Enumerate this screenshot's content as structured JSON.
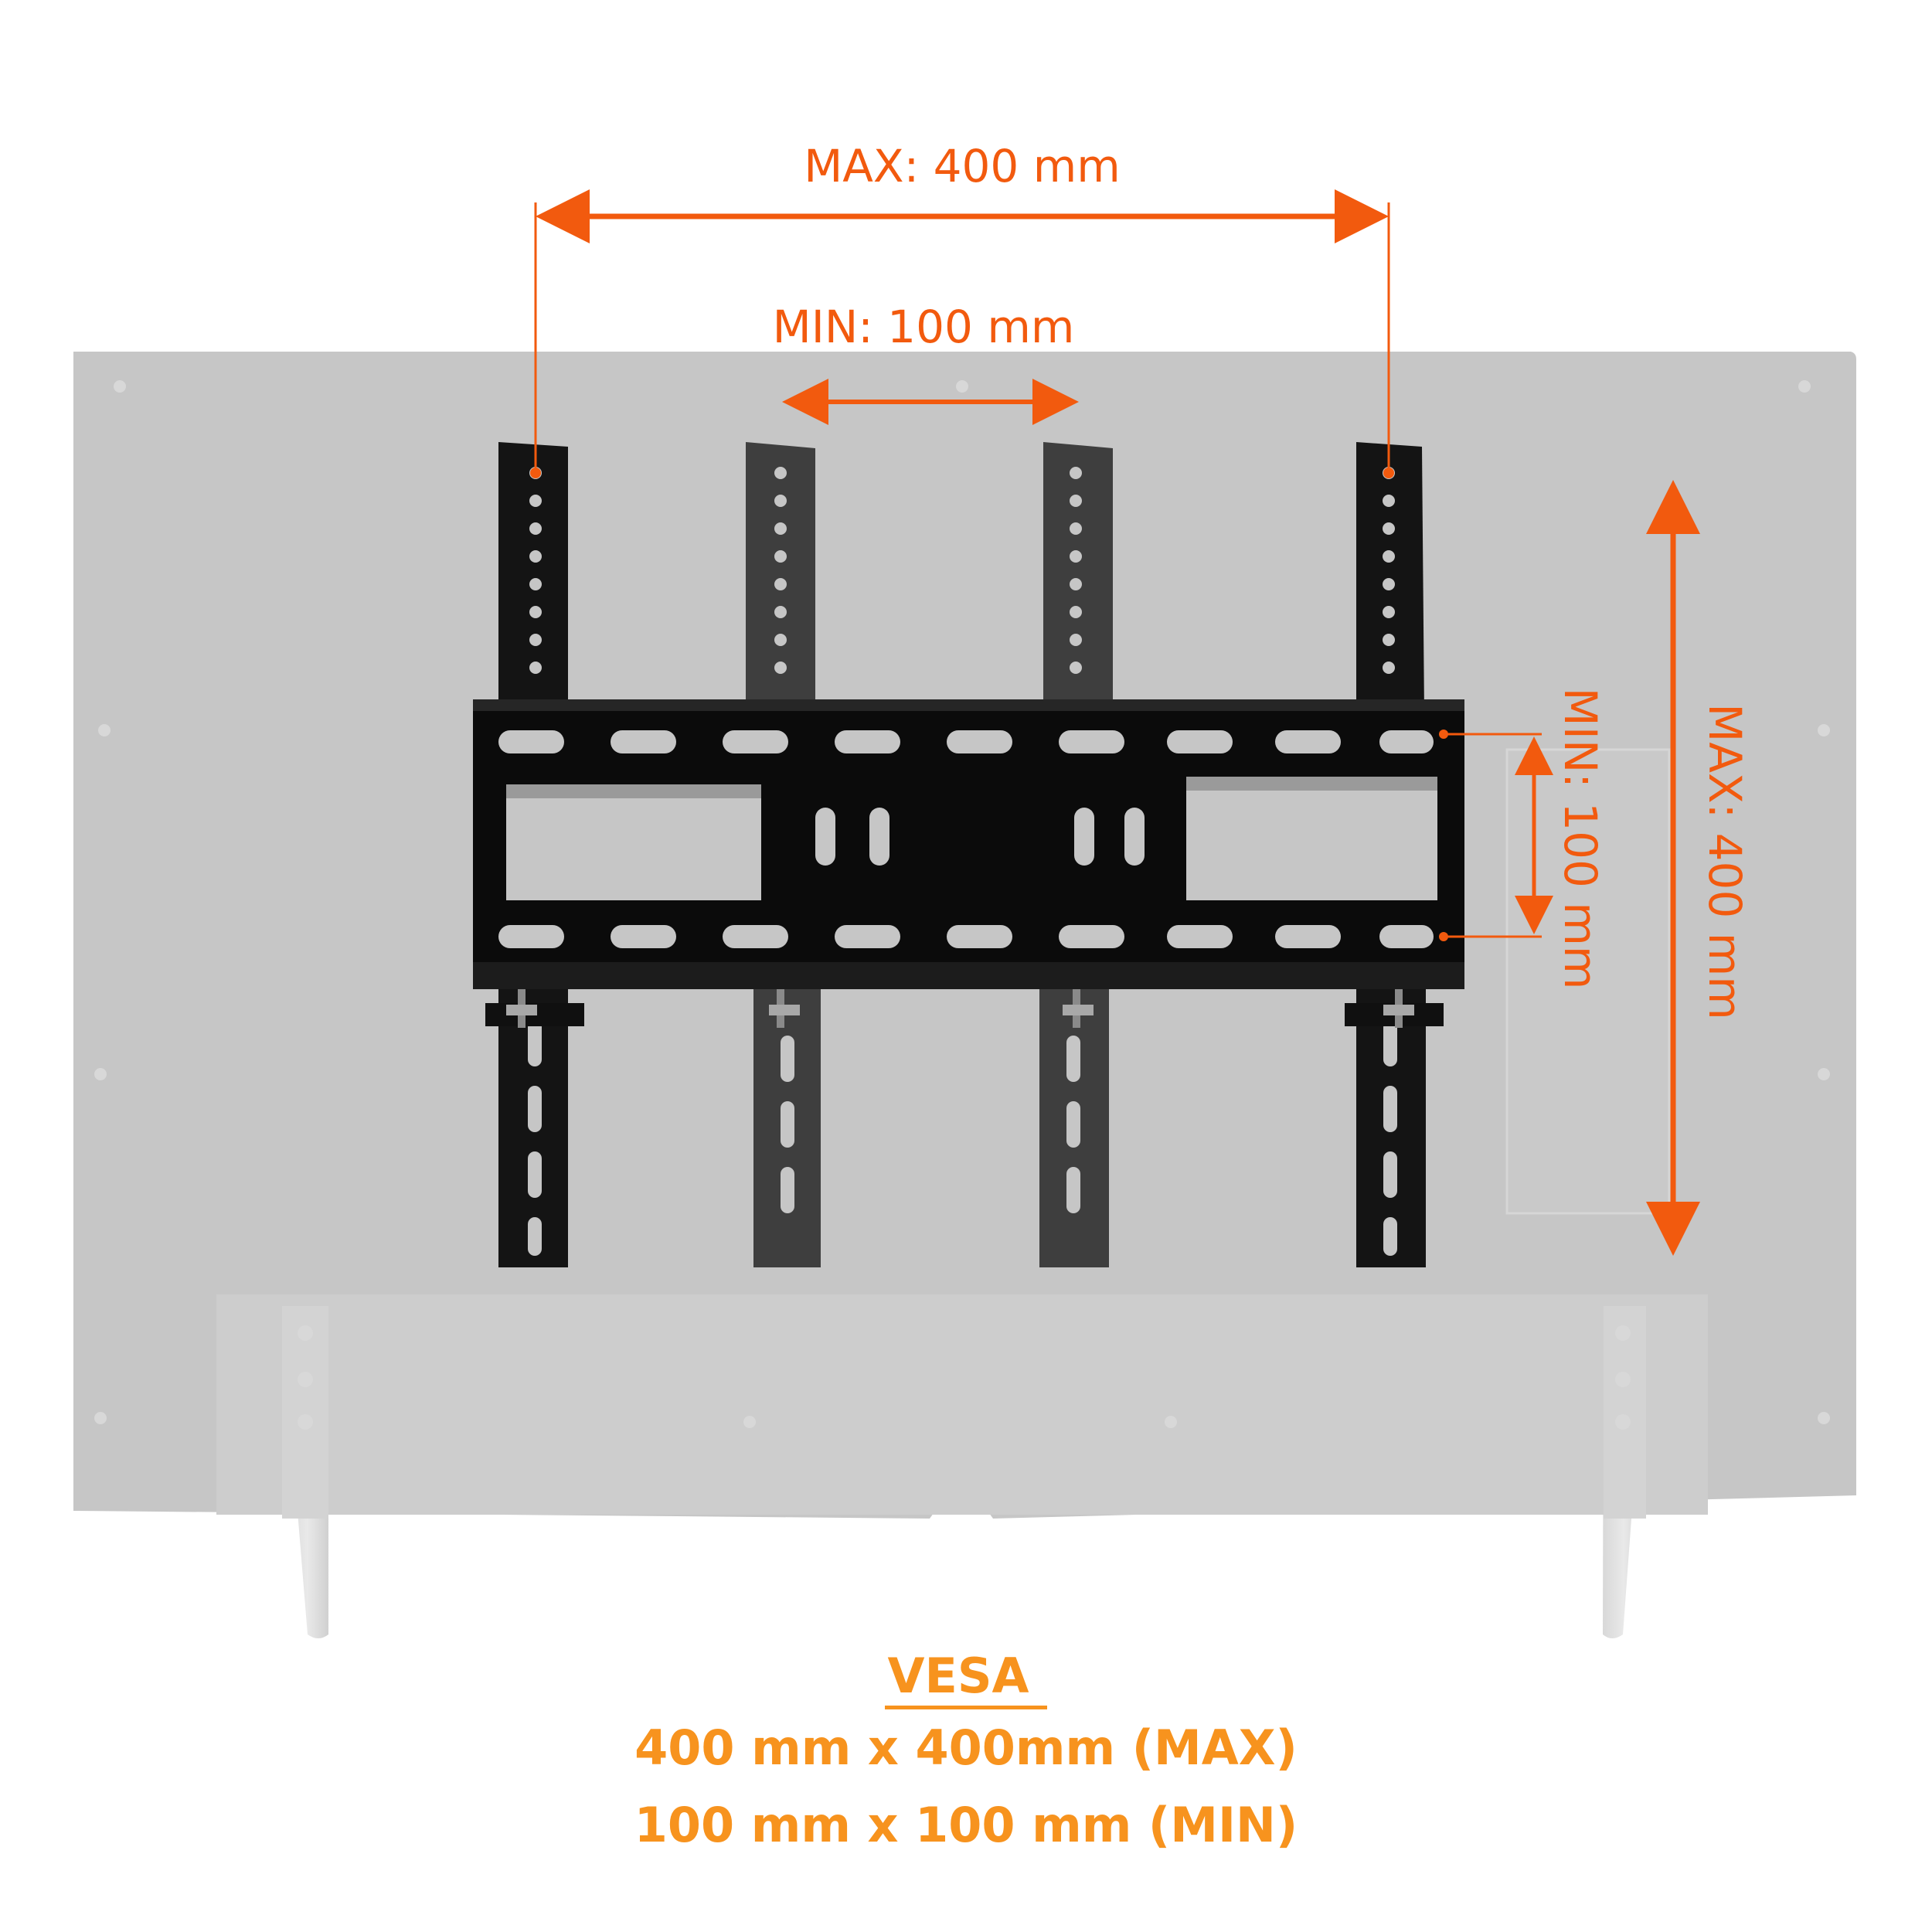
{
  "colors": {
    "accent_dimension": "#f25a0e",
    "accent_text": "#f7931e",
    "tv_panel": "#c6c6c6",
    "tv_base": "#cecece",
    "bracket": "#0d0d0d",
    "bracket_arm": "#3c3c3c"
  },
  "dimensions": {
    "horizontal_max": "MAX: 400 mm",
    "horizontal_min": "MIN: 100 mm",
    "vertical_min": "MIN: 100 mm",
    "vertical_max": "MAX: 400 mm"
  },
  "vesa": {
    "title": "VESA",
    "max_line": "400 mm x 400mm (MAX)",
    "min_line": "100 mm x 100 mm (MIN)"
  }
}
